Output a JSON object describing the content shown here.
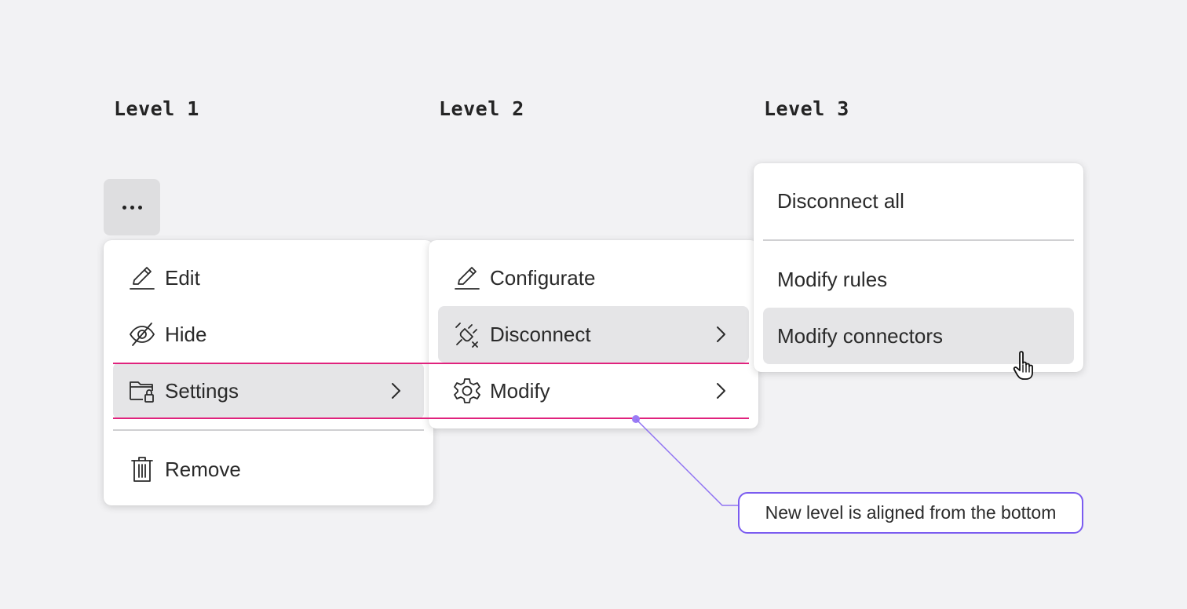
{
  "headings": {
    "level1": "Level 1",
    "level2": "Level 2",
    "level3": "Level 3"
  },
  "trigger": {
    "icon": "more-horizontal-icon"
  },
  "menu1": {
    "edit": "Edit",
    "hide": "Hide",
    "settings": "Settings",
    "remove": "Remove"
  },
  "menu2": {
    "configurate": "Configurate",
    "disconnect": "Disconnect",
    "modify": "Modify"
  },
  "menu3": {
    "disconnect_all": "Disconnect all",
    "modify_rules": "Modify rules",
    "modify_connectors": "Modify connectors"
  },
  "annotation": {
    "text": "New level is aligned from the bottom"
  },
  "colors": {
    "background": "#f2f2f4",
    "active_item": "#e5e5e7",
    "guide_line": "#e0227d",
    "annotation_border": "#7b5cf0"
  }
}
